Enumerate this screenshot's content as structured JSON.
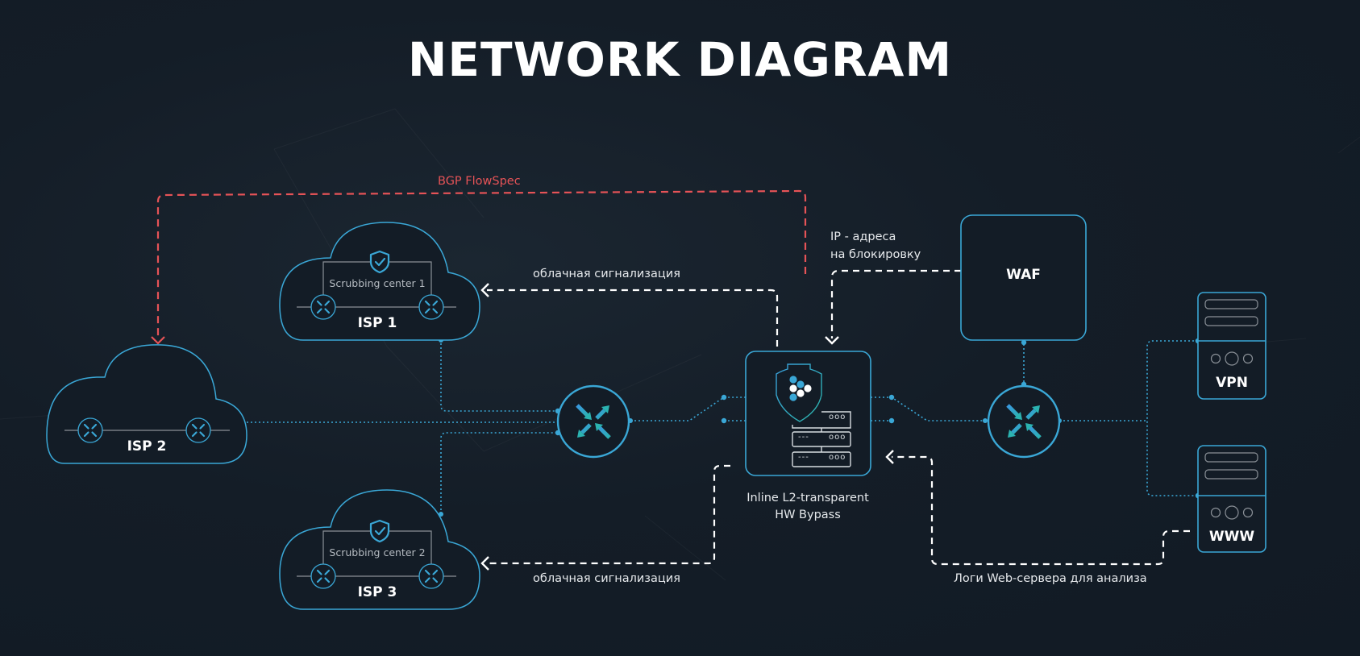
{
  "title": "NETWORK DIAGRAM",
  "colors": {
    "background": "#131c26",
    "node_stroke": "#3aa7d6",
    "link_dotted": "#3aa7d6",
    "signal_dashed": "#ffffff",
    "bgp_dashed": "#e65357",
    "inner_gray": "#8a9097",
    "arrow_teal": "#2bb3b1",
    "arrow_blue": "#3a97e0"
  },
  "nodes": {
    "isp1": {
      "label": "ISP 1",
      "scrubbing": "Scrubbing center 1",
      "icon": "shield-check-icon"
    },
    "isp2": {
      "label": "ISP 2"
    },
    "isp3": {
      "label": "ISP 3",
      "scrubbing": "Scrubbing center 2",
      "icon": "shield-check-icon"
    },
    "core_router": {
      "icon": "router-arrows-icon"
    },
    "edge_router": {
      "icon": "router-arrows-icon"
    },
    "hw_bypass": {
      "label_line1": "Inline L2-transparent",
      "label_line2": "HW Bypass",
      "icon": "shield-server-icon",
      "server_dashes": "---",
      "server_dots": "ooo"
    },
    "waf": {
      "label": "WAF"
    },
    "vpn": {
      "label": "VPN",
      "icon": "server-icon"
    },
    "www": {
      "label": "WWW",
      "icon": "server-icon"
    }
  },
  "links": {
    "bgp_flowspec": "BGP FlowSpec",
    "cloud_signal_top": "облачная сигнализация",
    "cloud_signal_bottom": "облачная сигнализация",
    "ip_block_line1": "IP - адреса",
    "ip_block_line2": "на блокировку",
    "web_logs": "Логи Web-сервера для анализа"
  }
}
